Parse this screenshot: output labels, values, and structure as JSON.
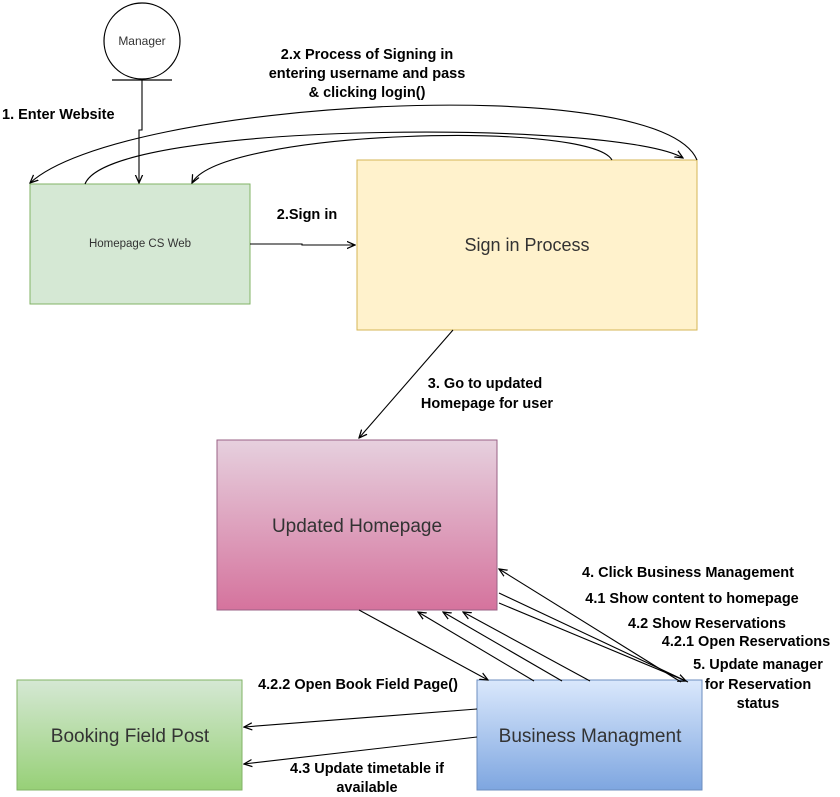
{
  "actor": {
    "label": "Manager"
  },
  "boxes": {
    "homepage": {
      "label": "Homepage CS Web",
      "fill": "#d5e8d4",
      "stroke": "#82b366"
    },
    "signin": {
      "label": "Sign in Process",
      "fill": "#fff2cc",
      "stroke": "#d6b656"
    },
    "updated": {
      "label": "Updated Homepage",
      "fill_top": "#e6d0de",
      "fill_bottom": "#d5739d",
      "stroke": "#996185"
    },
    "booking": {
      "label": "Booking Field Post",
      "fill_top": "#d5e8d4",
      "fill_bottom": "#97d077",
      "stroke": "#82b366"
    },
    "business": {
      "label": "Business Managment",
      "fill_top": "#dae8fc",
      "fill_bottom": "#7ea6e0",
      "stroke": "#6c8ebf"
    }
  },
  "edge_labels": {
    "enter_website": "1. Enter Website",
    "process_line1": "2.x Process of Signing in",
    "process_line2": "entering username and pass",
    "process_line3": "& clicking login()",
    "sign_in": "2.Sign in",
    "goto_line1": "3. Go to updated",
    "goto_line2": "Homepage for user",
    "click_bm": "4. Click Business Management",
    "show_content": "4.1 Show content to homepage",
    "show_res": "4.2 Show Reservations",
    "open_res": "4.2.1 Open Reservations",
    "update_mgr_line1": "5. Update manager",
    "update_mgr_line2": "for Reservation",
    "update_mgr_line3": "status",
    "open_book": "4.2.2 Open Book Field Page()",
    "update_tt_line1": "4.3 Update timetable if",
    "update_tt_line2": "available"
  }
}
